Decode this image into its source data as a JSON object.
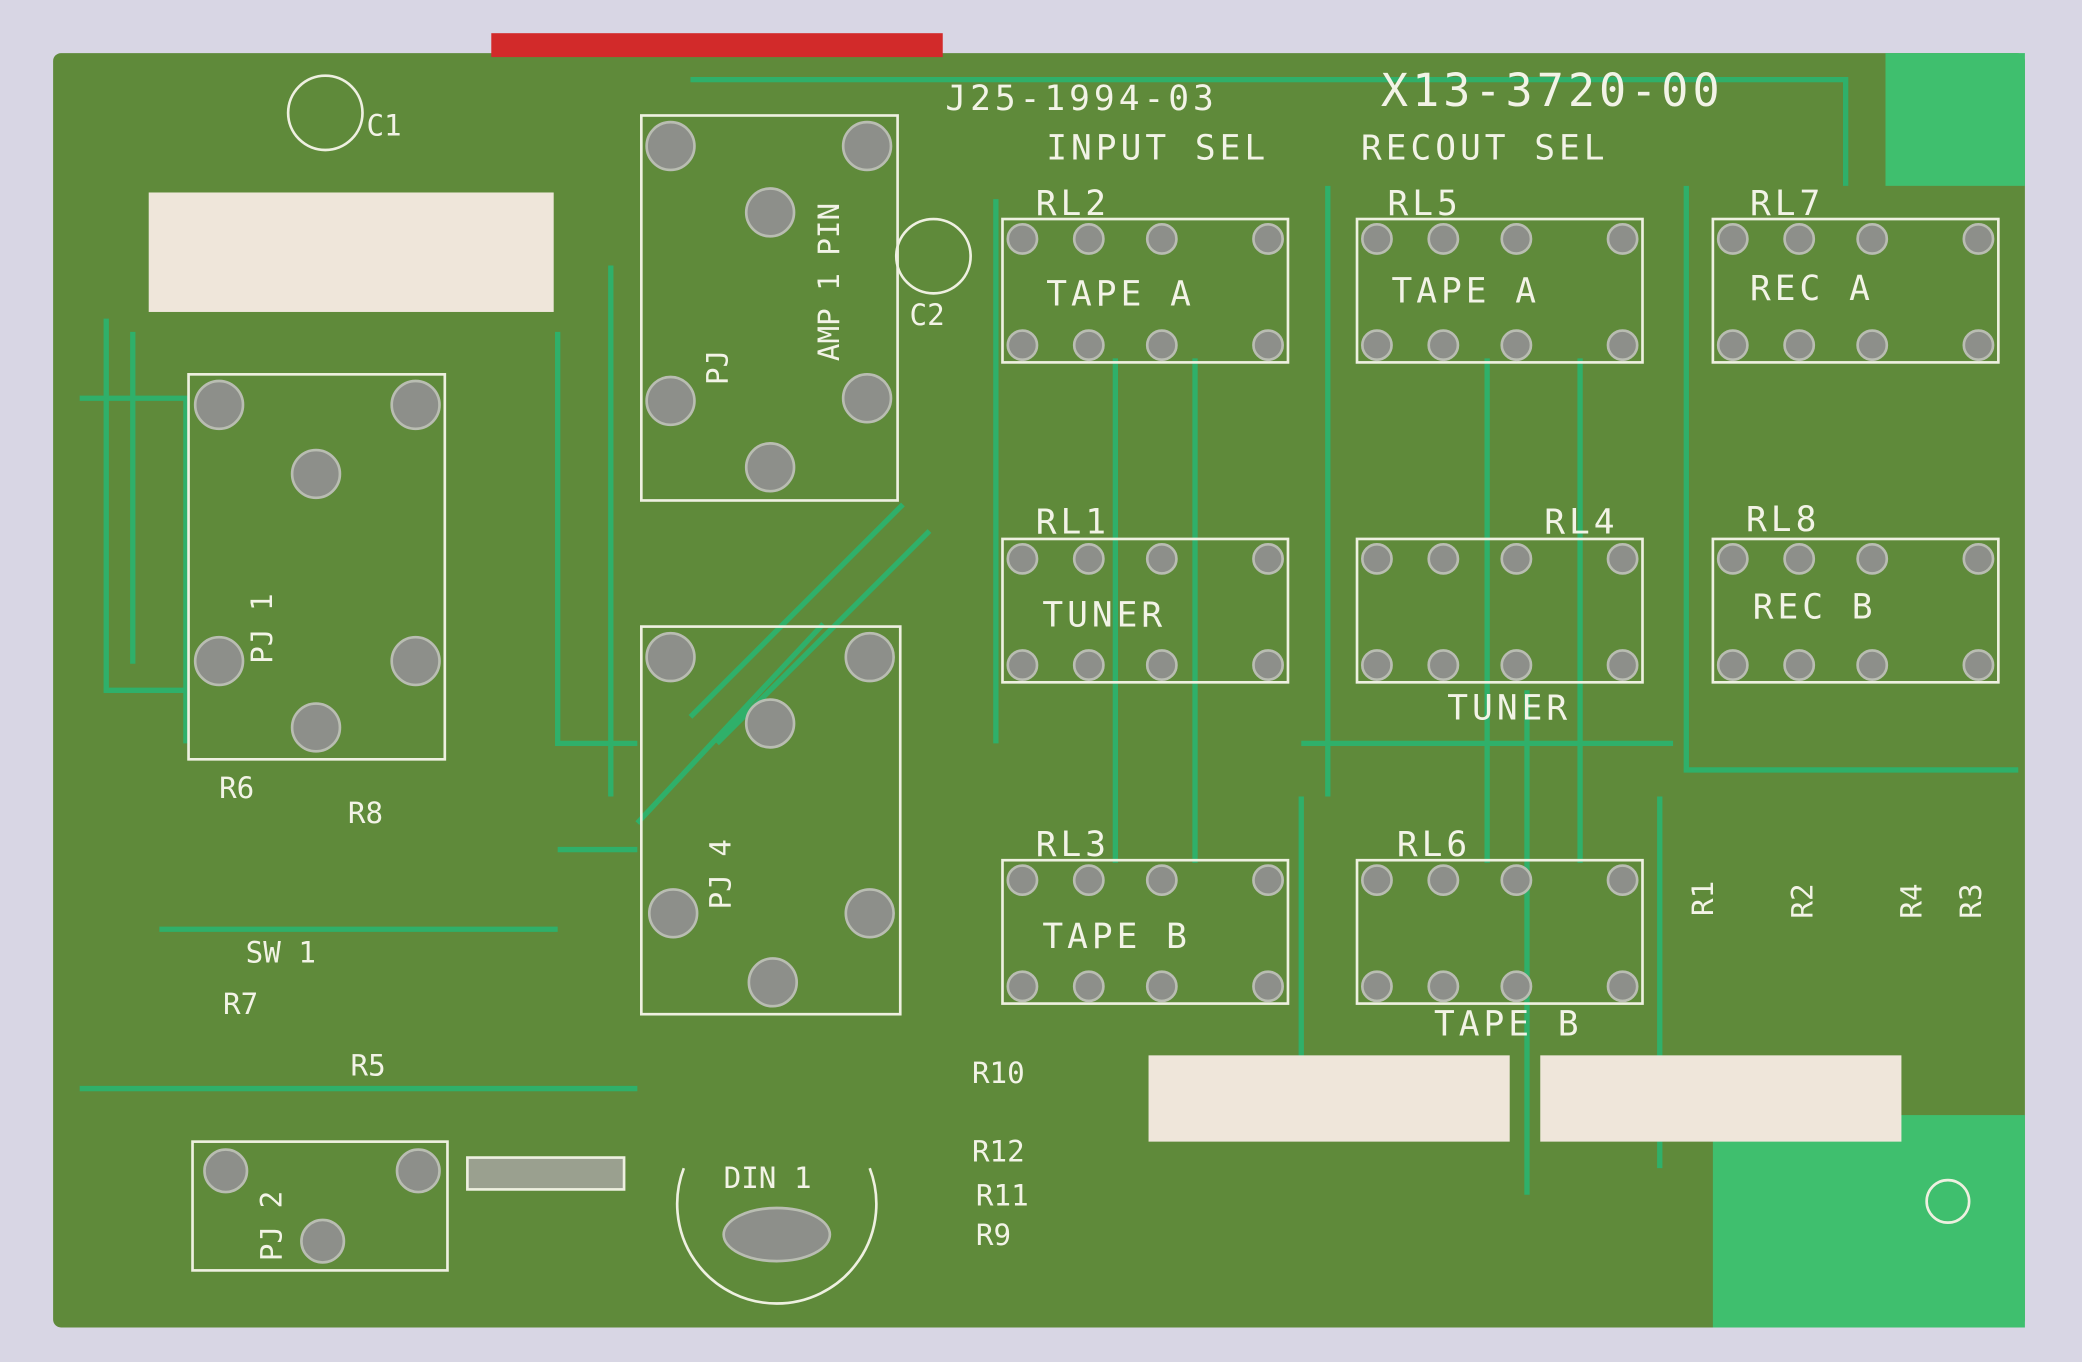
{
  "board": {
    "part_number": "J25-1994-03",
    "board_number": "X13-3720-00",
    "input_sel": "INPUT SEL",
    "recout_sel": "RECOUT SEL",
    "colors": {
      "board": "#5d8a3c",
      "copper": "#6e8f3a",
      "trace": "#2fb06a",
      "silk": "#f2f3e6",
      "solder": "#8d8f8a",
      "connector": "#efe6da"
    }
  },
  "relays": [
    {
      "ref": "RL2",
      "label": "TAPE A"
    },
    {
      "ref": "RL5",
      "label": "TAPE A"
    },
    {
      "ref": "RL7",
      "label": "REC A"
    },
    {
      "ref": "RL1",
      "label": "TUNER"
    },
    {
      "ref": "RL4",
      "label": "TUNER"
    },
    {
      "ref": "RL8",
      "label": "REC B"
    },
    {
      "ref": "RL3",
      "label": "TAPE B"
    },
    {
      "ref": "RL6",
      "label": "TAPE B"
    }
  ],
  "components": {
    "c1": "C1",
    "c2": "C2",
    "pj1": "PJ 1",
    "pj2": "PJ 2",
    "pj4": "PJ 4",
    "pj": "PJ",
    "amp": "AMP 1 PIN",
    "sw1": "SW 1",
    "din1": "DIN 1",
    "r1": "R1",
    "r2": "R2",
    "r3": "R3",
    "r4": "R4",
    "r5": "R5",
    "r6": "R6",
    "r7": "R7",
    "r8": "R8",
    "r9": "R9",
    "r10": "R10",
    "r11": "R11",
    "r12": "R12"
  }
}
